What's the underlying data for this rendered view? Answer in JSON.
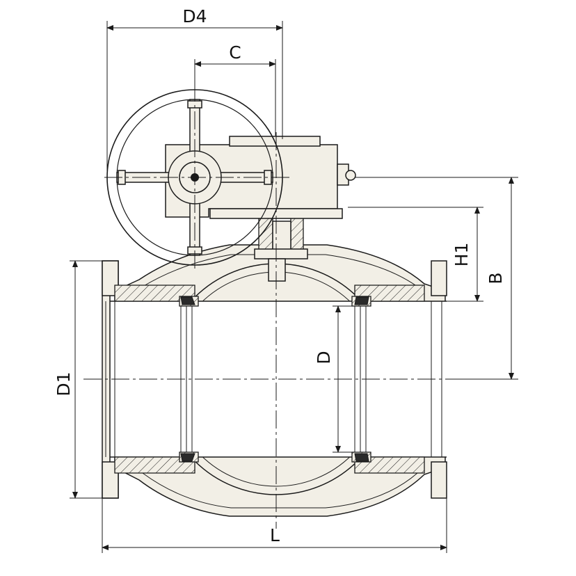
{
  "dimensions": {
    "d4": "D4",
    "c": "C",
    "h1": "H1",
    "b": "B",
    "d1": "D1",
    "d": "D",
    "l": "L"
  },
  "colors": {
    "line": "#1a1a1a",
    "body_fill": "#f2efe6",
    "seal": "#2a2a2a",
    "background": "#ffffff"
  }
}
